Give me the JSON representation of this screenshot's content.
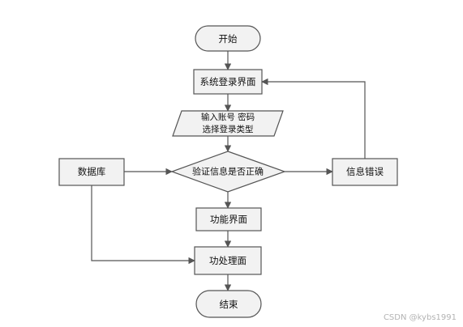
{
  "nodes": {
    "start": "开始",
    "login_screen": "系统登录界面",
    "input_line1": "输入账号 密码",
    "input_line2": "选择登录类型",
    "database": "数据库",
    "verify": "验证信息是否正确",
    "info_error": "信息错误",
    "func_screen": "功能界面",
    "func_process": "功处理面",
    "end": "结束"
  },
  "watermark": "CSDN @kybs1991",
  "colors": {
    "stroke": "#555555",
    "node_fill": "#f2f2f2",
    "text": "#111111"
  }
}
